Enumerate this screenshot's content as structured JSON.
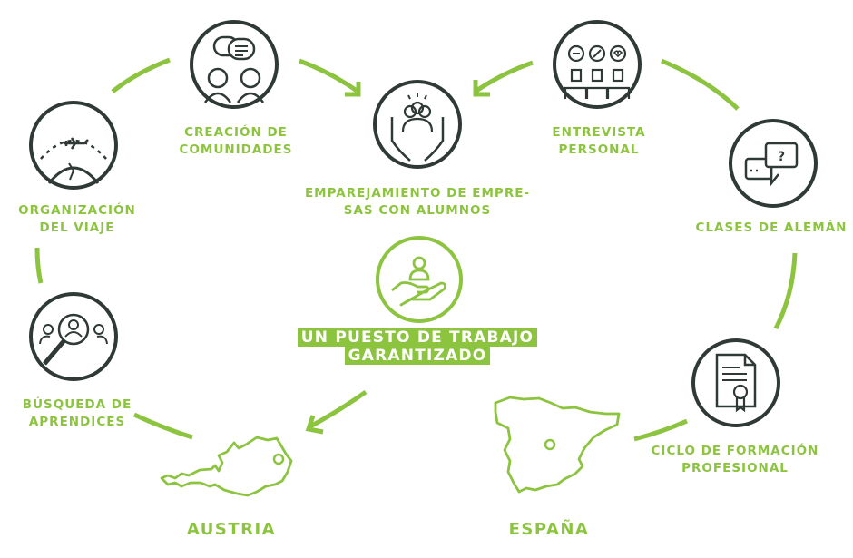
{
  "colors": {
    "accent": "#8cc43f",
    "icon_stroke": "#2f3a36",
    "background": "#ffffff"
  },
  "steps": [
    {
      "id": "organizacion",
      "lines": [
        "ORGANIZACIÓN",
        "DEL VIAJE"
      ],
      "icon": "plane-globe-icon"
    },
    {
      "id": "creacion",
      "lines": [
        "CREACIÓN DE",
        "COMUNIDADES"
      ],
      "icon": "community-chat-icon"
    },
    {
      "id": "emparejamiento",
      "lines": [
        "EMPAREJAMIENTO DE EMPRE-",
        "SAS CON ALUMNOS"
      ],
      "icon": "hands-group-icon"
    },
    {
      "id": "entrevista",
      "lines": [
        "ENTREVISTA",
        "PERSONAL"
      ],
      "icon": "interview-feedback-icon"
    },
    {
      "id": "clases",
      "lines": [
        "CLASES DE ALEMÁN"
      ],
      "icon": "speech-bubbles-question-icon"
    },
    {
      "id": "ciclo",
      "lines": [
        "CICLO DE FORMACIÓN",
        "PROFESIONAL"
      ],
      "icon": "certificate-icon"
    },
    {
      "id": "busqueda",
      "lines": [
        "BÚSQUEDA DE",
        "APRENDICES"
      ],
      "icon": "search-people-icon"
    }
  ],
  "center": {
    "lines": [
      "UN PUESTO DE TRABAJO",
      "GARANTIZADO"
    ],
    "icon": "hand-person-icon"
  },
  "countries": [
    {
      "id": "austria",
      "label": "AUSTRIA",
      "icon": "austria-map-icon"
    },
    {
      "id": "espana",
      "label": "ESPAÑA",
      "icon": "spain-map-icon"
    }
  ]
}
